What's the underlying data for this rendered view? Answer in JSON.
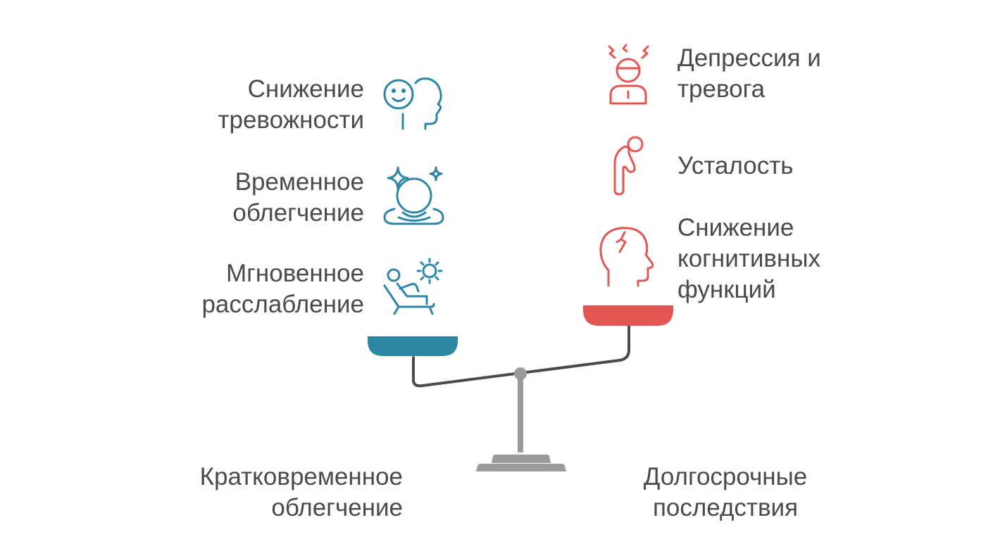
{
  "colors": {
    "teal": "#2e86a4",
    "red": "#e35653",
    "beam": "#4a4a4a",
    "stand": "#9a9a9a",
    "text": "#4a4a4a"
  },
  "left_side": {
    "items": [
      {
        "text": "Снижение\nтревожности",
        "icon": "calm-face-profile-icon"
      },
      {
        "text": "Временное\nоблегчение",
        "icon": "meditation-icon"
      },
      {
        "text": "Мгновенное\nрасслабление",
        "icon": "lounger-sun-icon"
      }
    ],
    "caption": "Кратковременное\nоблегчение"
  },
  "right_side": {
    "items": [
      {
        "text": "Депрессия и\nтревога",
        "icon": "stressed-person-icon"
      },
      {
        "text": "Усталость",
        "icon": "tired-person-icon"
      },
      {
        "text": "Снижение\nкогнитивных\nфункций",
        "icon": "cracked-head-icon"
      }
    ],
    "caption": "Долгосрочные\nпоследствия"
  }
}
